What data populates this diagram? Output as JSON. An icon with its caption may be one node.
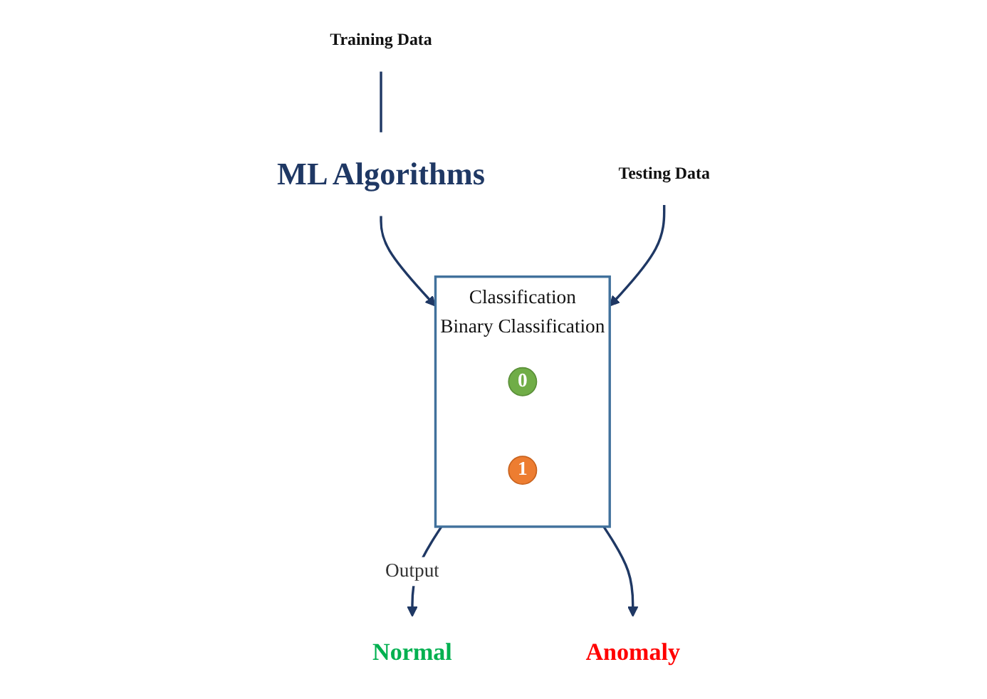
{
  "diagram": {
    "nodes": [
      {
        "text": [
          "Training Data"
        ]
      },
      {
        "text": [
          "ML Algorithms"
        ]
      },
      {
        "text": [
          "Testing Data"
        ]
      },
      {
        "text": [
          "Classification",
          "Binary Classification"
        ]
      },
      {
        "text": [
          "0"
        ],
        "in": 3
      },
      {
        "text": [
          "1"
        ],
        "in": 3
      },
      {
        "text": [
          "Normal"
        ]
      },
      {
        "text": [
          "Anomaly"
        ]
      }
    ],
    "edges": [
      {
        "from": 0,
        "to": 1,
        "arrow": "none"
      },
      {
        "from": 1,
        "to": 3,
        "arrow": "to"
      },
      {
        "from": 2,
        "to": 3,
        "arrow": "to"
      },
      {
        "from": 3,
        "to": 6,
        "arrow": "to",
        "label": "Output"
      },
      {
        "from": 3,
        "to": 7,
        "arrow": "to"
      }
    ]
  }
}
